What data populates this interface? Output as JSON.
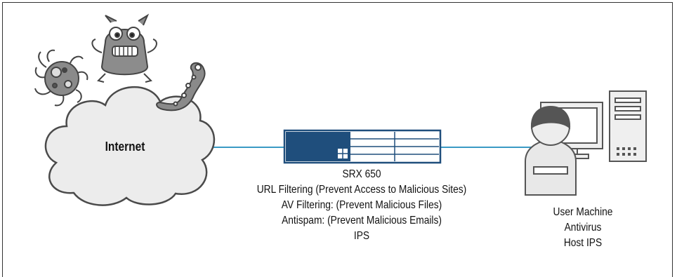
{
  "internet": {
    "label": "Internet"
  },
  "device": {
    "name": "SRX 650",
    "features": [
      "URL Filtering (Prevent Access to Malicious Sites)",
      "AV Filtering: (Prevent Malicious Files)",
      "Antispam: (Prevent Malicious Emails)",
      "IPS"
    ]
  },
  "user": {
    "lines": [
      "User Machine",
      "Antivirus",
      "Host IPS"
    ]
  },
  "colors": {
    "link": "#3a9ac4",
    "device_navy": "#1f4e7c",
    "cloud_fill": "#ececec",
    "outline": "#555555"
  },
  "icons": [
    "virus-icon",
    "gremlin-icon",
    "worm-icon",
    "user-icon",
    "monitor-icon",
    "tower-pc-icon"
  ]
}
